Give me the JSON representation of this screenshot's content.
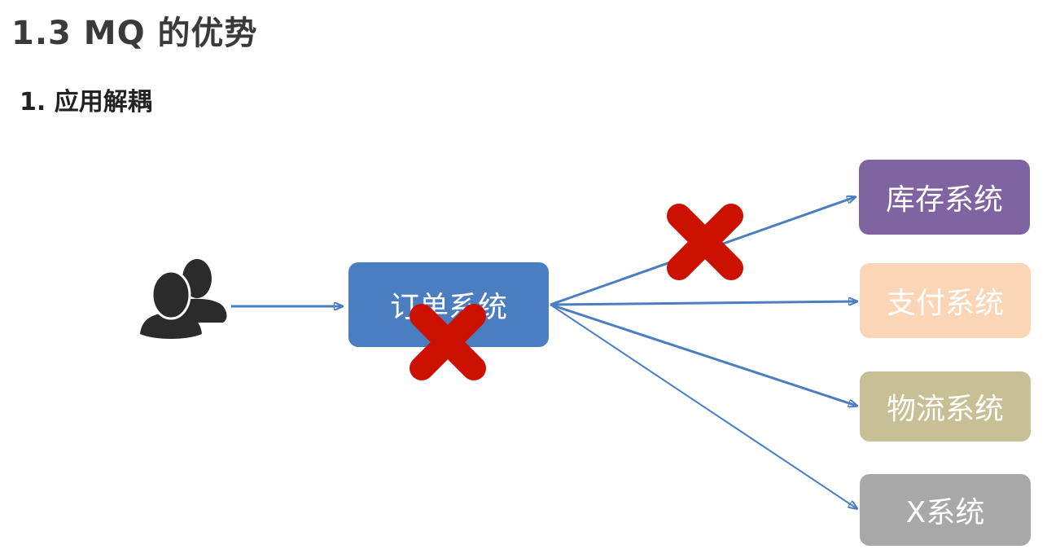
{
  "title": "1.3 MQ 的优势",
  "subtitle": "1. 应用解耦",
  "nodes": {
    "order": "订单系统",
    "inventory": "库存系统",
    "payment": "支付系统",
    "logistics": "物流系统",
    "x": "X系统"
  },
  "colors": {
    "order": "#4a7ec0",
    "inventory": "#8064a2",
    "payment": "#fbd6b6",
    "logistics": "#c9bf94",
    "x": "#a8a8a8",
    "arrow": "#4a7ec0",
    "x_mark": "#cc1100",
    "user_icon": "#2b2b2b"
  },
  "icons": {
    "user": "user-group-icon",
    "blocked": "red-x-icon"
  }
}
